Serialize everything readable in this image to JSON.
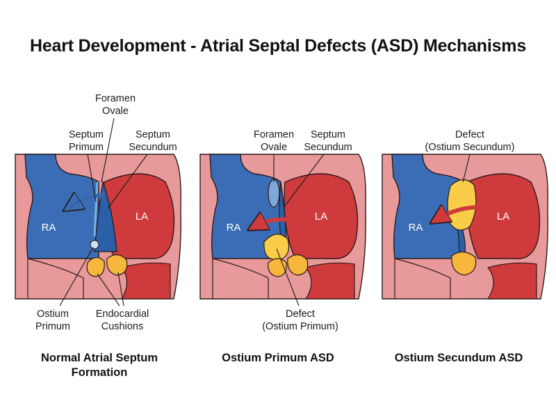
{
  "title": "Heart Development - Atrial Septal Defects (ASD) Mechanisms",
  "colors": {
    "right_atrium": "#3a6db5",
    "left_atrium": "#cf3b3d",
    "outer_wall": "#e8999a",
    "septum": "#2b5fa8",
    "cushion": "#f6b73c",
    "defect": "#f9cd4a",
    "outline": "#2a1a1a"
  },
  "panels": [
    {
      "chamber_ra": "RA",
      "chamber_la": "LA",
      "label_foramen": [
        "Foramen",
        "Ovale"
      ],
      "label_primum": [
        "Septum",
        "Primum"
      ],
      "label_secundum": [
        "Septum",
        "Secundum"
      ],
      "label_ostium": [
        "Ostium",
        "Primum"
      ],
      "label_cushions": [
        "Endocardial",
        "Cushions"
      ],
      "caption": [
        "Normal Atrial Septum",
        "Formation"
      ]
    },
    {
      "chamber_ra": "RA",
      "chamber_la": "LA",
      "label_foramen": [
        "Foramen",
        "Ovale"
      ],
      "label_secundum": [
        "Septum",
        "Secundum"
      ],
      "label_defect": [
        "Defect",
        "(Ostium Primum)"
      ],
      "caption": [
        "Ostium Primum ASD"
      ]
    },
    {
      "chamber_ra": "RA",
      "chamber_la": "LA",
      "label_defect": [
        "Defect",
        "(Ostium Secundum)"
      ],
      "caption": [
        "Ostium Secundum ASD"
      ]
    }
  ]
}
